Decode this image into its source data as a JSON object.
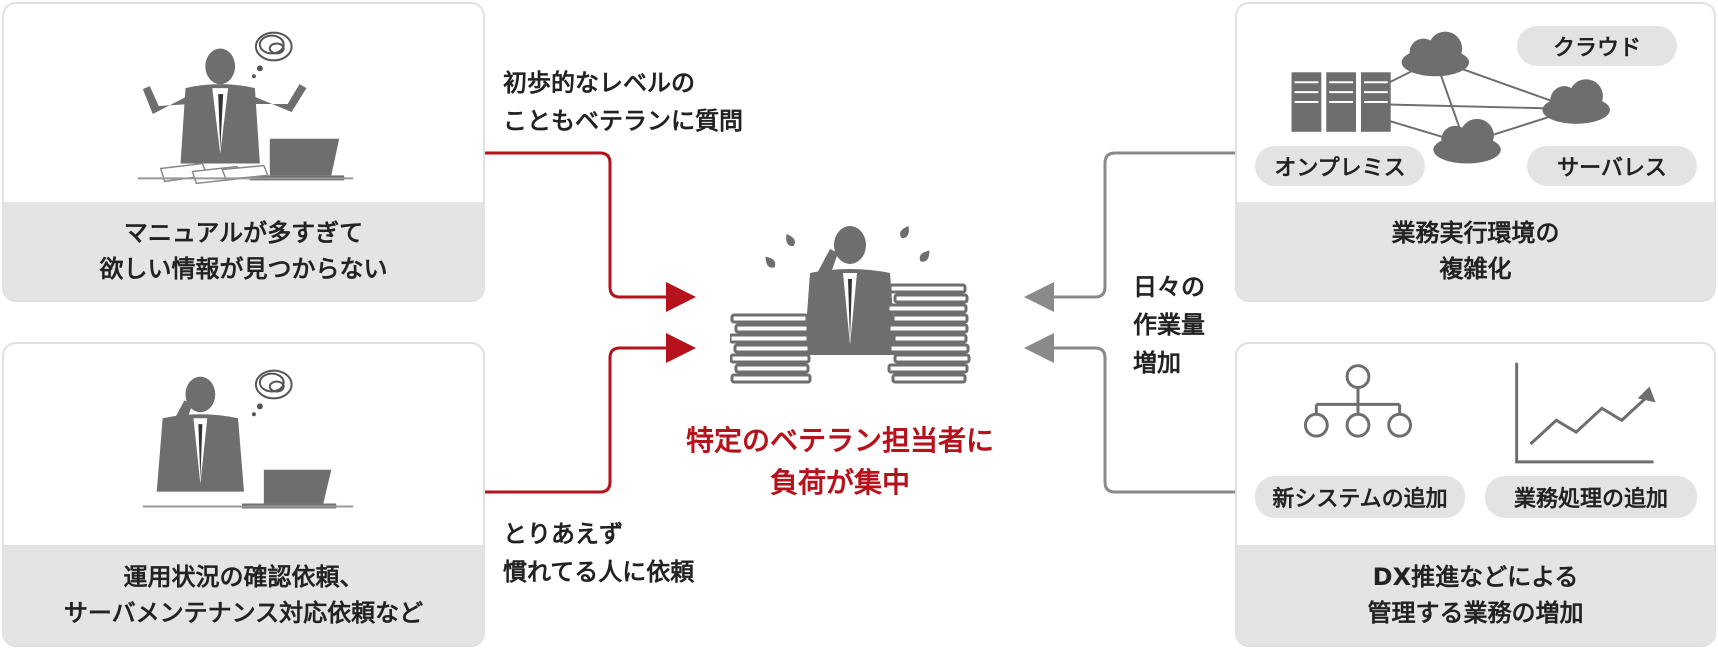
{
  "left_top": {
    "caption": [
      "マニュアルが多すぎて",
      "欲しい情報が見つからない"
    ]
  },
  "left_bottom": {
    "caption": [
      "運用状況の確認依頼、",
      "サーバメンテナンス対応依頼など"
    ]
  },
  "note_top": [
    "初歩的なレベルの",
    "こともベテランに質問"
  ],
  "note_bottom": [
    "とりあえず",
    "慣れてる人に依頼"
  ],
  "center": {
    "title": [
      "特定のベテラン担当者に",
      "負荷が集中"
    ]
  },
  "note_right": [
    "日々の",
    "作業量",
    "増加"
  ],
  "right_top": {
    "caption": [
      "業務実行環境の",
      "複雑化"
    ],
    "pills": [
      "クラウド",
      "オンプレミス",
      "サーバレス"
    ]
  },
  "right_bottom": {
    "caption": [
      "DX推進などによる",
      "管理する業務の増加"
    ],
    "pills": [
      "新システムの追加",
      "業務処理の追加"
    ]
  },
  "colors": {
    "accent_red": "#b5121b",
    "connector_gray": "#8a8a8a",
    "figure_gray": "#6e6e6e",
    "caption_bg": "#e4e4e4"
  }
}
